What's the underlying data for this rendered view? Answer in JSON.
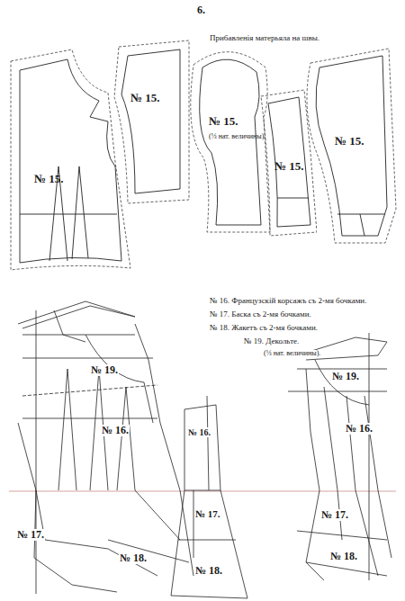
{
  "diagram": {
    "title": "Прибавленія матерьяла на швы.",
    "nodes": [
      {
        "text": [
          "№ 15."
        ]
      },
      {
        "text": [
          "№ 15."
        ]
      },
      {
        "text": [
          "№ 15.",
          "(⅓ нат. величины)."
        ]
      },
      {
        "text": [
          "№ 15."
        ]
      },
      {
        "text": [
          "№ 15."
        ]
      }
    ],
    "labels": [
      "6.",
      "№ 16. Французскій корсажъ съ 2-мя бочками.",
      "№ 17. Баска съ 2-мя бочками.",
      "№ 18. Жакетъ съ 2-мя бочками.",
      "№ 19. Декольте.",
      "(⅓ нат. величины).",
      "№ 19.",
      "№ 16.",
      "№ 17.",
      "№ 18.",
      "№ 16.",
      "№ 17.",
      "№ 18.",
      "№ 19.",
      "№ 16.",
      "№ 17.",
      "№ 18."
    ]
  }
}
